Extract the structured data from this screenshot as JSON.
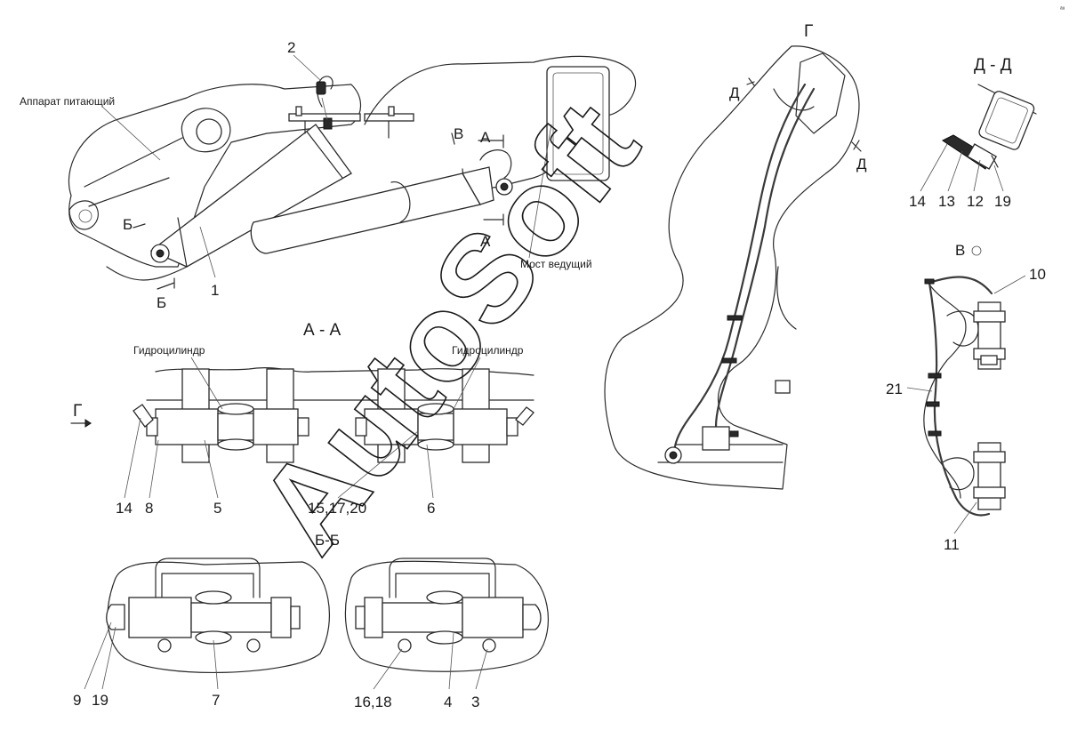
{
  "watermark": "AutoSoft",
  "corner_mark": "ᵃᵘ",
  "captions": {
    "feeder": "Аппарат питающий",
    "drive_axle": "Мост ведущий",
    "cylinder_left": "Гидроцилиндр",
    "cylinder_right": "Гидроцилиндр"
  },
  "sections": {
    "aa": "А - А",
    "bb": "Б-Б",
    "g": "Г",
    "dd": "Д - Д",
    "v": "В"
  },
  "markers": {
    "a_top": "А",
    "a_bottom": "А",
    "b_top": "Б",
    "b_bottom": "Б",
    "v": "В",
    "d_left": "Д",
    "d_right": "Д",
    "g_arrow": "Г"
  },
  "callouts": {
    "main_1": "1",
    "main_2": "2",
    "aa_14": "14",
    "aa_8": "8",
    "aa_5": "5",
    "aa_15": "15,17,20",
    "aa_6": "6",
    "bb_9": "9",
    "bb_19": "19",
    "bb_7": "7",
    "bb_16": "16,18",
    "bb_4": "4",
    "bb_3": "3",
    "dd_14": "14",
    "dd_13": "13",
    "dd_12": "12",
    "dd_19": "19",
    "v_10": "10",
    "v_21": "21",
    "v_11": "11"
  }
}
